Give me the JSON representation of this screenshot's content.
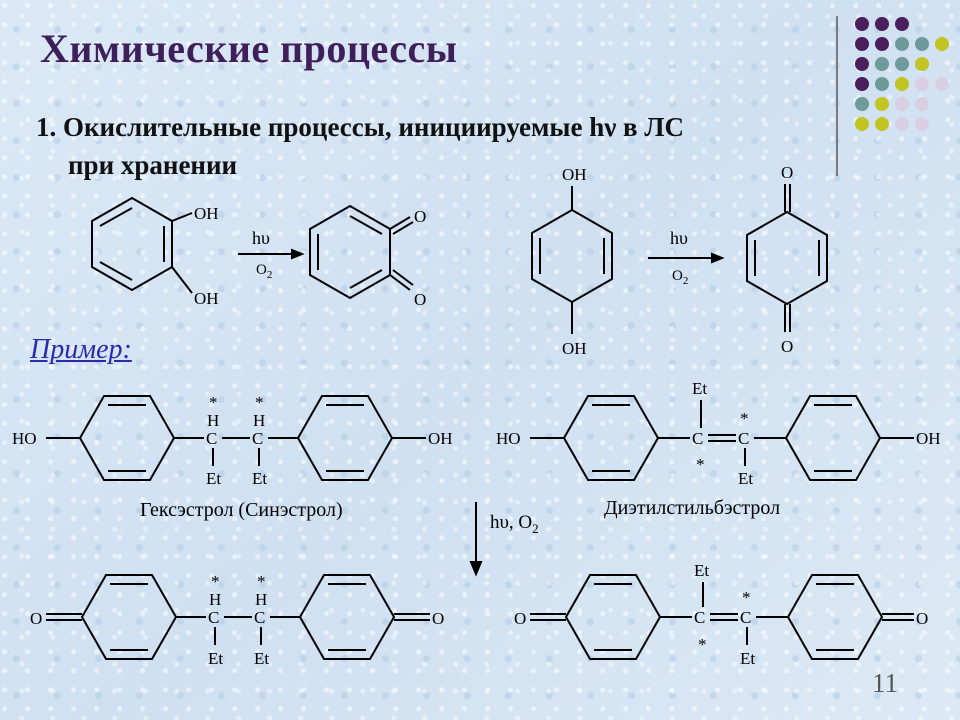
{
  "slide": {
    "title": "Химические процессы",
    "heading_line1": "1. Окислительные процессы, инициируемые hν в ЛС",
    "heading_line2": "при хранении",
    "example_link": "Пример:",
    "page_number": "11"
  },
  "reaction1": {
    "reactant_oh_top": "OH",
    "reactant_oh_bottom": "OH",
    "arrow_top": "hυ",
    "arrow_bottom_base": "O",
    "arrow_bottom_sub": "2",
    "product_o_top": "O",
    "product_o_bottom": "O"
  },
  "reaction2": {
    "reactant_oh_top": "OH",
    "reactant_oh_bottom": "OH",
    "arrow_top": "hυ",
    "arrow_bottom_base": "O",
    "arrow_bottom_sub": "2",
    "product_o_top": "O",
    "product_o_bottom": "O"
  },
  "hexestrol": {
    "left_group": "HO",
    "right_group": "OH",
    "star": "*",
    "h": "H",
    "c": "C",
    "et": "Et",
    "caption": "Гексэстрол (Синэстрол)"
  },
  "des": {
    "left_group": "HO",
    "right_group": "OH",
    "star": "*",
    "c": "C",
    "et": "Et",
    "caption": "Диэтилстильбэстрол"
  },
  "oxidation_arrow": {
    "label_base": "hυ, O",
    "label_sub": "2"
  },
  "hexestrol_quinone": {
    "left_o": "O",
    "right_o": "O",
    "star": "*",
    "h": "H",
    "c": "C",
    "et": "Et"
  },
  "des_quinone": {
    "left_o": "O",
    "right_o": "O",
    "star": "*",
    "c": "C",
    "et": "Et"
  },
  "decor": {
    "title_color": "#3f1f5a",
    "dot_colors": [
      "#4b1f5c",
      "#6e9a9a",
      "#c2c421",
      "#d8d0e2"
    ]
  }
}
